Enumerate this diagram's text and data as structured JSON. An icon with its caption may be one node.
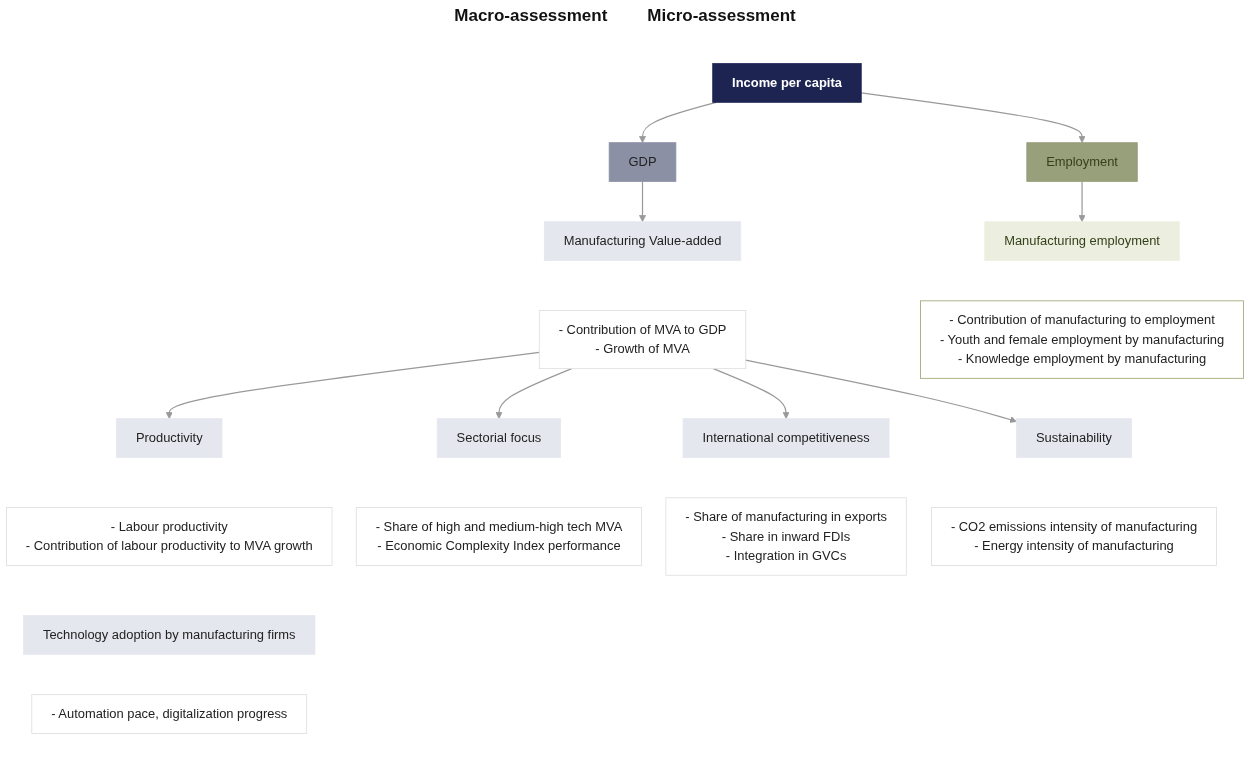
{
  "diagram": {
    "nodes": [
      {
        "text": [
          "Income per capita"
        ]
      },
      {
        "text": [
          "GDP"
        ]
      },
      {
        "text": [
          "Employment"
        ]
      },
      {
        "text": [
          "Manufacturing Value-added"
        ]
      },
      {
        "text": [
          "- Contribution of MVA to GDP",
          "- Growth of MVA"
        ]
      },
      {
        "text": [
          "Manufacturing employment"
        ]
      },
      {
        "text": [
          "- Contribution of manufacturing to employment",
          "- Youth and female employment by manufacturing",
          "- Knowledge employment by manufacturing"
        ]
      },
      {
        "text": [
          "Productivity"
        ]
      },
      {
        "text": [
          "Sectorial focus"
        ]
      },
      {
        "text": [
          "International competitiveness"
        ]
      },
      {
        "text": [
          "Sustainability"
        ]
      },
      {
        "text": [
          "- Labour productivity",
          "- Contribution of labour productivity to MVA growth"
        ]
      },
      {
        "text": [
          "- Share of high and medium-high tech MVA",
          "- Economic Complexity Index performance"
        ]
      },
      {
        "text": [
          "- Share of manufacturing in exports",
          "- Share in inward FDIs",
          "- Integration in GVCs"
        ]
      },
      {
        "text": [
          "- CO2 emissions intensity of manufacturing",
          "- Energy intensity of manufacturing"
        ]
      },
      {
        "text": [
          "Technology adoption by manufacturing firms"
        ]
      },
      {
        "text": [
          "- Automation pace, digitalization progress"
        ]
      }
    ],
    "edges": [
      {
        "from": 0,
        "to": 1,
        "arrow": "to"
      },
      {
        "from": 0,
        "to": 2,
        "arrow": "to"
      },
      {
        "from": 1,
        "to": 3,
        "arrow": "to"
      },
      {
        "from": 2,
        "to": 5,
        "arrow": "to"
      },
      {
        "from": 4,
        "to": 7,
        "arrow": "to"
      },
      {
        "from": 4,
        "to": 8,
        "arrow": "to"
      },
      {
        "from": 4,
        "to": 9,
        "arrow": "to"
      },
      {
        "from": 4,
        "to": 10,
        "arrow": "to"
      }
    ],
    "labels": [
      "Macro-assessment",
      "Micro-assessment"
    ]
  }
}
